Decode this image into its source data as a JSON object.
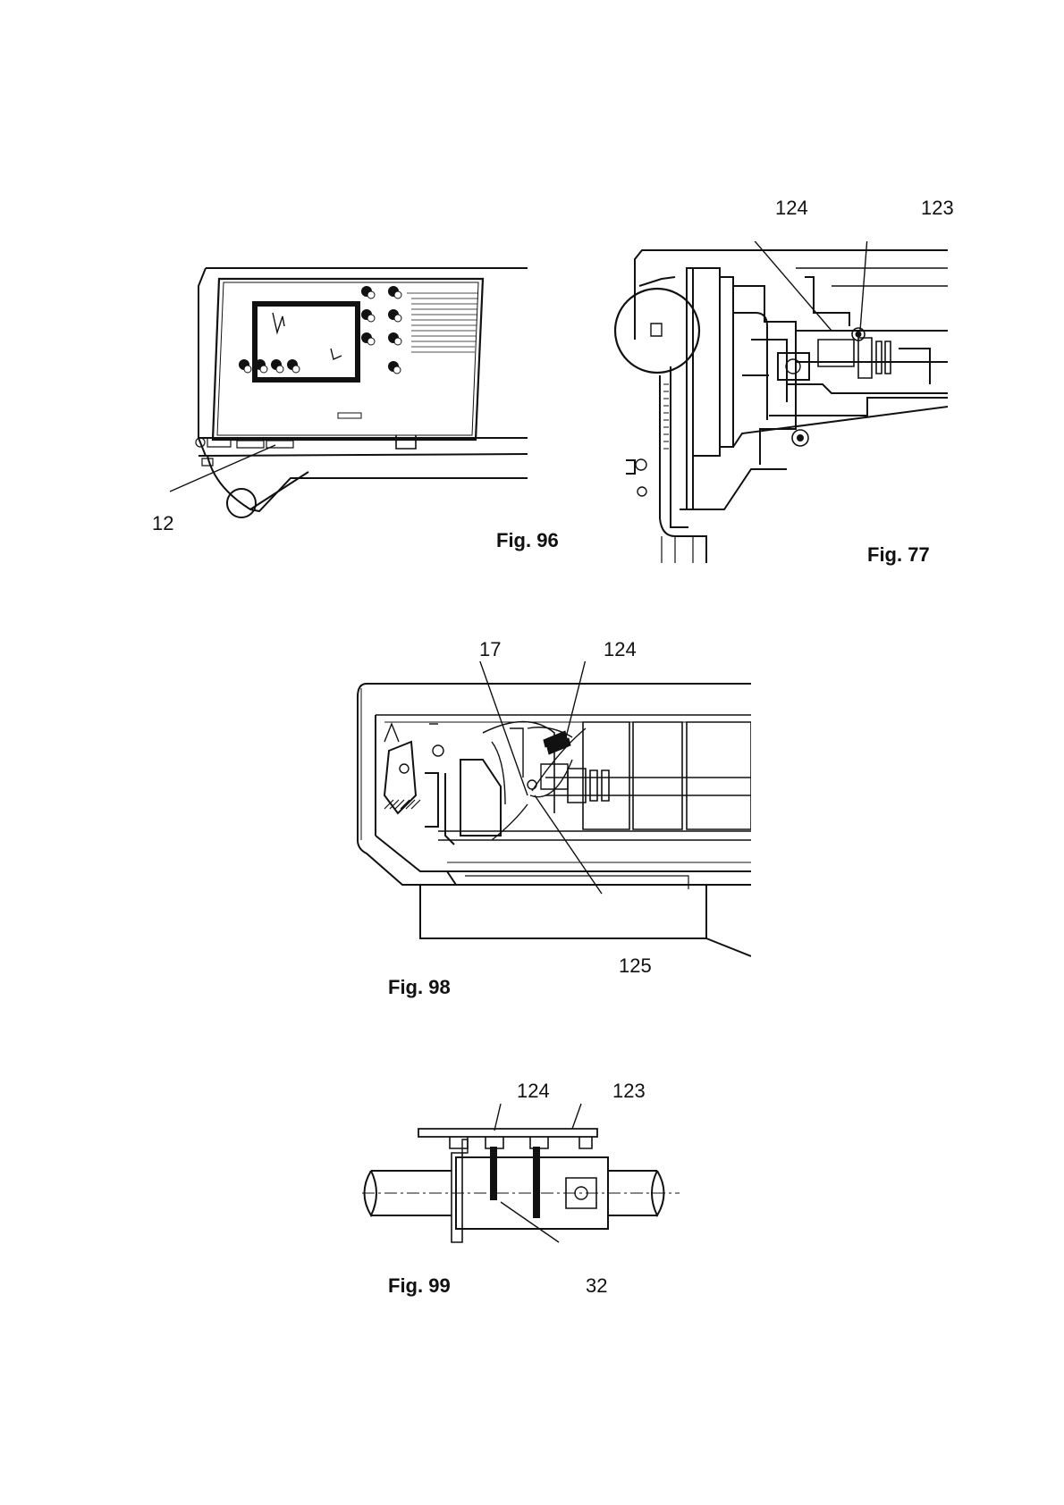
{
  "figures": {
    "fig96": {
      "caption": "Fig. 96",
      "callouts": [
        "12"
      ]
    },
    "fig77": {
      "caption": "Fig. 77",
      "callouts": [
        "124",
        "123"
      ]
    },
    "fig98": {
      "caption": "Fig. 98",
      "callouts": [
        "17",
        "124",
        "125"
      ]
    },
    "fig99": {
      "caption": "Fig. 99",
      "callouts": [
        "124",
        "123",
        "32"
      ]
    }
  }
}
